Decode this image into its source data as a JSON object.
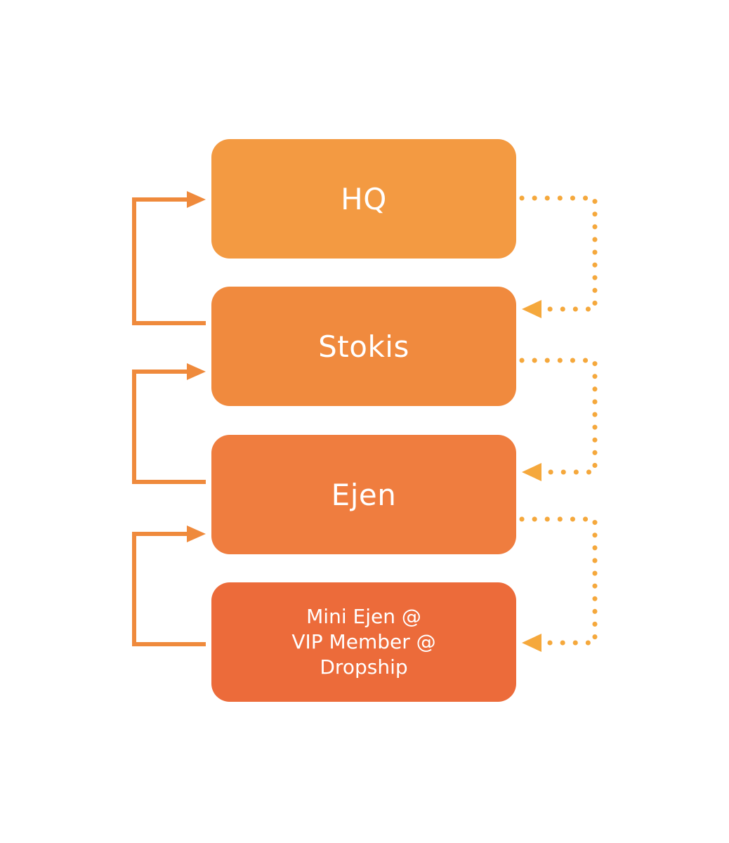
{
  "colors": {
    "hq": "#f39a42",
    "stokis": "#f08a3e",
    "ejen": "#ef7d3f",
    "mini": "#ec6b3a",
    "solid_arrow": "#ef8a3c",
    "dotted_arrow": "#f5a83c"
  },
  "boxes": {
    "hq": {
      "label": "HQ"
    },
    "stokis": {
      "label": "Stokis"
    },
    "ejen": {
      "label": "Ejen"
    },
    "mini": {
      "lines": [
        "Mini Ejen @",
        "VIP Member @",
        "Dropship"
      ]
    }
  }
}
